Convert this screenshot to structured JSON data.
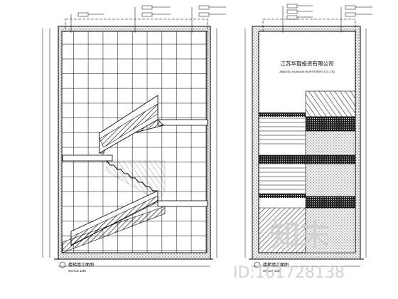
{
  "drawing": {
    "left_panel": {
      "caption": "楼梯墙立面图",
      "scale": "SCALE 1/30"
    },
    "right_panel": {
      "caption": "楼梯墙立面图",
      "scale": "SCALE 1/30",
      "sign_title": "江苏华琨投资有限公司",
      "sign_subtitle": "JIANGSU HUAKUN INVESTMENT CO.,LTD"
    }
  },
  "watermark": {
    "logo_text": "知末",
    "id_text": "ID:161728138"
  }
}
